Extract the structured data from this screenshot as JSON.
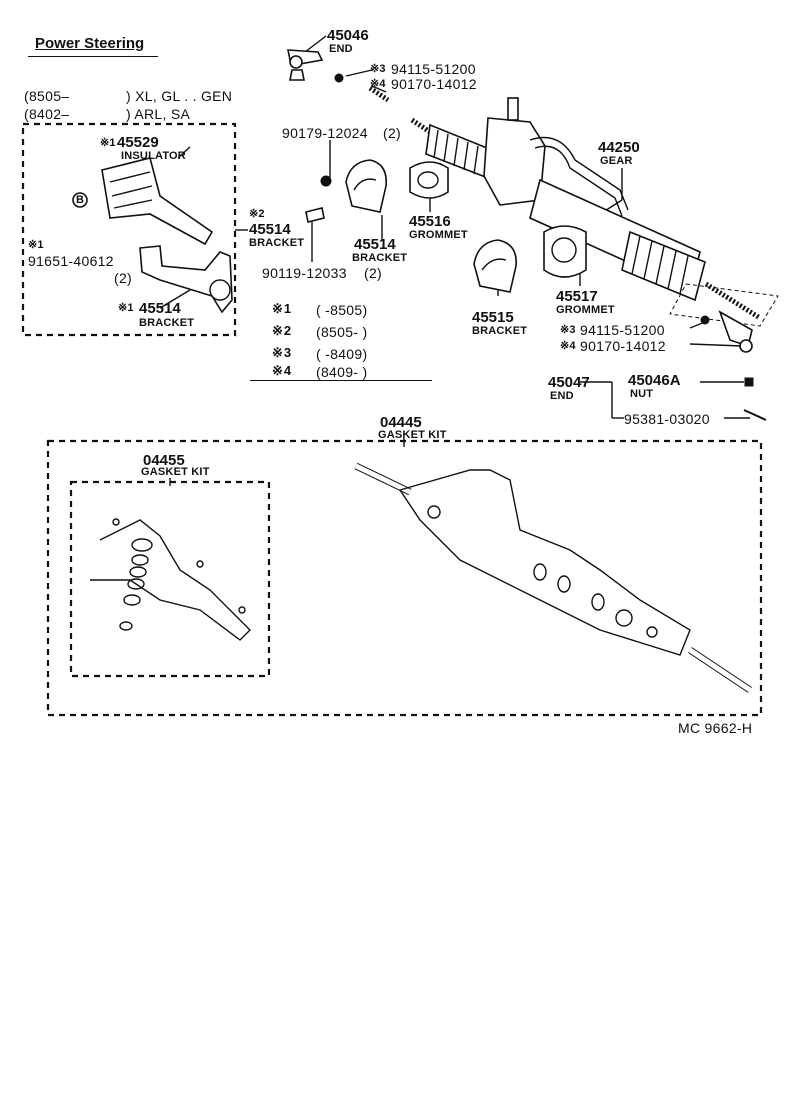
{
  "title": "Power Steering",
  "applicability": [
    {
      "code": "(8505–",
      "models": ") XL, GL . . GEN"
    },
    {
      "code": "(8402–",
      "models": ") ARL, SA"
    }
  ],
  "parts": {
    "end_45046": {
      "number": "45046",
      "name": "END"
    },
    "nut_94115_top": {
      "mark": "※3",
      "number": "94115-51200"
    },
    "nut_90170_top": {
      "mark": "※4",
      "number": "90170-14012"
    },
    "gear_44250": {
      "number": "44250",
      "name": "GEAR"
    },
    "insulator_45529": {
      "mark": "※1",
      "number": "45529",
      "name": "INSULATOR"
    },
    "bolt_90179": {
      "number": "90179-12024",
      "qty": "(2)"
    },
    "bracket_45514_mid": {
      "mark": "※2",
      "number": "45514",
      "name": "BRACKET"
    },
    "bolt_91651": {
      "mark": "※1",
      "number": "91651-40612",
      "qty": "(2)"
    },
    "grommet_45516": {
      "number": "45516",
      "name": "GROMMET"
    },
    "bracket_45514_center": {
      "number": "45514",
      "name": "BRACKET"
    },
    "bolt_90119": {
      "number": "90119-12033",
      "qty": "(2)"
    },
    "bracket_45515": {
      "number": "45515",
      "name": "BRACKET"
    },
    "grommet_45517": {
      "number": "45517",
      "name": "GROMMET"
    },
    "bracket_45514_left": {
      "mark": "※1",
      "number": "45514",
      "name": "BRACKET"
    },
    "nut_94115_bottom": {
      "mark": "※3",
      "number": "94115-51200"
    },
    "nut_90170_bottom": {
      "mark": "※4",
      "number": "90170-14012"
    },
    "end_45047": {
      "number": "45047",
      "name": "END"
    },
    "nut_45046A": {
      "number": "45046A",
      "name": "NUT"
    },
    "pin_95381": {
      "number": "95381-03020"
    },
    "gasket_kit_04445": {
      "number": "04445",
      "name": "GASKET KIT"
    },
    "gasket_kit_04455": {
      "number": "04455",
      "name": "GASKET KIT"
    },
    "circle_b": "B"
  },
  "legend": [
    {
      "mark": "※1",
      "range": "(      -8505)"
    },
    {
      "mark": "※2",
      "range": "(8505-      )"
    },
    {
      "mark": "※3",
      "range": "(      -8409)"
    },
    {
      "mark": "※4",
      "range": "(8409-      )"
    }
  ],
  "diagram_code": "MC 9662-H"
}
